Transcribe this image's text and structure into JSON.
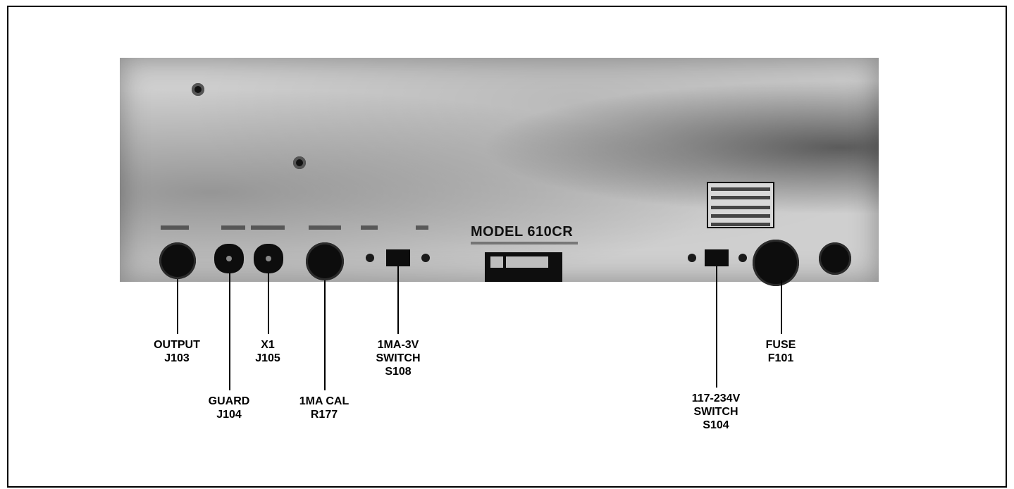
{
  "panel": {
    "model_label": "MODEL 610CR"
  },
  "callouts": [
    {
      "id": "output",
      "lines": [
        "OUTPUT",
        "J103"
      ]
    },
    {
      "id": "guard",
      "lines": [
        "GUARD",
        "J104"
      ]
    },
    {
      "id": "x1",
      "lines": [
        "X1",
        "J105"
      ]
    },
    {
      "id": "cal",
      "lines": [
        "1MA CAL",
        "R177"
      ]
    },
    {
      "id": "s108",
      "lines": [
        "1MA-3V",
        "SWITCH",
        "S108"
      ]
    },
    {
      "id": "s104",
      "lines": [
        "117-234V",
        "SWITCH",
        "S104"
      ]
    },
    {
      "id": "fuse",
      "lines": [
        "FUSE",
        "F101"
      ]
    }
  ]
}
